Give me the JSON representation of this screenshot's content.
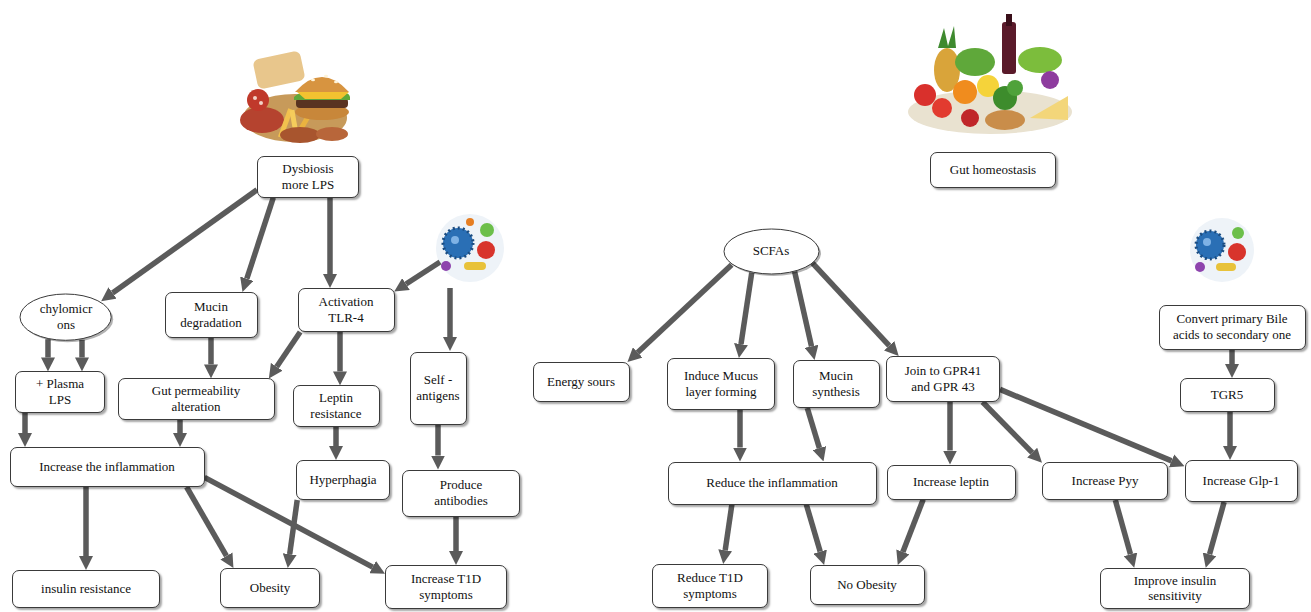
{
  "diagram": {
    "nodes": [
      {
        "text": [
          "Dysbiosis more LPS"
        ]
      },
      {
        "text": [
          "chylomicr ons"
        ]
      },
      {
        "text": [
          "Mucin degradation"
        ]
      },
      {
        "text": [
          "Activation TLR-4"
        ]
      },
      {
        "text": [
          "Self - antigens"
        ]
      },
      {
        "text": [
          "+ Plasma LPS"
        ]
      },
      {
        "text": [
          "Gut permeability alteration"
        ]
      },
      {
        "text": [
          "Leptin resistance"
        ]
      },
      {
        "text": [
          "Increase the inflammation"
        ]
      },
      {
        "text": [
          "Hyperphagia"
        ]
      },
      {
        "text": [
          "Produce antibodies"
        ]
      },
      {
        "text": [
          "insulin resistance"
        ]
      },
      {
        "text": [
          "Obesity"
        ]
      },
      {
        "text": [
          "Increase T1D symptoms"
        ]
      },
      {
        "text": [
          "Gut homeostasis"
        ]
      },
      {
        "text": [
          "SCFAs"
        ]
      },
      {
        "text": [
          "Convert primary Bile acids to secondary one"
        ]
      },
      {
        "text": [
          "Energy sours"
        ]
      },
      {
        "text": [
          "Induce Mucus layer forming"
        ]
      },
      {
        "text": [
          "Mucin synthesis"
        ]
      },
      {
        "text": [
          "Join to GPR41 and GPR 43"
        ]
      },
      {
        "text": [
          "TGR5"
        ]
      },
      {
        "text": [
          "Reduce the inflammation"
        ]
      },
      {
        "text": [
          "Increase leptin"
        ]
      },
      {
        "text": [
          "Increase Pyy"
        ]
      },
      {
        "text": [
          "Increase Glp-1"
        ]
      },
      {
        "text": [
          "Reduce T1D symptoms"
        ]
      },
      {
        "text": [
          "No Obesity"
        ]
      },
      {
        "text": [
          "Improve insulin sensitivity"
        ]
      }
    ],
    "edges": [
      {
        "from": 0,
        "to": 1,
        "arrow": "to"
      },
      {
        "from": 0,
        "to": 2,
        "arrow": "to"
      },
      {
        "from": 0,
        "to": 3,
        "arrow": "to"
      },
      {
        "from": 1,
        "to": 5,
        "arrow": "to"
      },
      {
        "from": 1,
        "to": 5,
        "arrow": "to"
      },
      {
        "from": 2,
        "to": 6,
        "arrow": "to"
      },
      {
        "from": 3,
        "to": 6,
        "arrow": "to"
      },
      {
        "from": 3,
        "to": 7,
        "arrow": "to"
      },
      {
        "from": 4,
        "to": 10,
        "arrow": "to"
      },
      {
        "from": 5,
        "to": 8,
        "arrow": "to"
      },
      {
        "from": 6,
        "to": 8,
        "arrow": "to"
      },
      {
        "from": 7,
        "to": 9,
        "arrow": "to"
      },
      {
        "from": 8,
        "to": 11,
        "arrow": "to"
      },
      {
        "from": 8,
        "to": 12,
        "arrow": "to"
      },
      {
        "from": 8,
        "to": 13,
        "arrow": "to"
      },
      {
        "from": 9,
        "to": 12,
        "arrow": "to"
      },
      {
        "from": 10,
        "to": 13,
        "arrow": "to"
      },
      {
        "from": 15,
        "to": 17,
        "arrow": "to"
      },
      {
        "from": 15,
        "to": 18,
        "arrow": "to"
      },
      {
        "from": 15,
        "to": 19,
        "arrow": "to"
      },
      {
        "from": 15,
        "to": 20,
        "arrow": "to"
      },
      {
        "from": 16,
        "to": 21,
        "arrow": "to"
      },
      {
        "from": 18,
        "to": 22,
        "arrow": "to"
      },
      {
        "from": 19,
        "to": 22,
        "arrow": "to"
      },
      {
        "from": 20,
        "to": 23,
        "arrow": "to"
      },
      {
        "from": 20,
        "to": 24,
        "arrow": "to"
      },
      {
        "from": 20,
        "to": 25,
        "arrow": "to"
      },
      {
        "from": 21,
        "to": 25,
        "arrow": "to"
      },
      {
        "from": 22,
        "to": 26,
        "arrow": "to"
      },
      {
        "from": 22,
        "to": 27,
        "arrow": "to"
      },
      {
        "from": 23,
        "to": 27,
        "arrow": "to"
      },
      {
        "from": 24,
        "to": 28,
        "arrow": "to"
      },
      {
        "from": 25,
        "to": 28,
        "arrow": "to"
      }
    ]
  }
}
